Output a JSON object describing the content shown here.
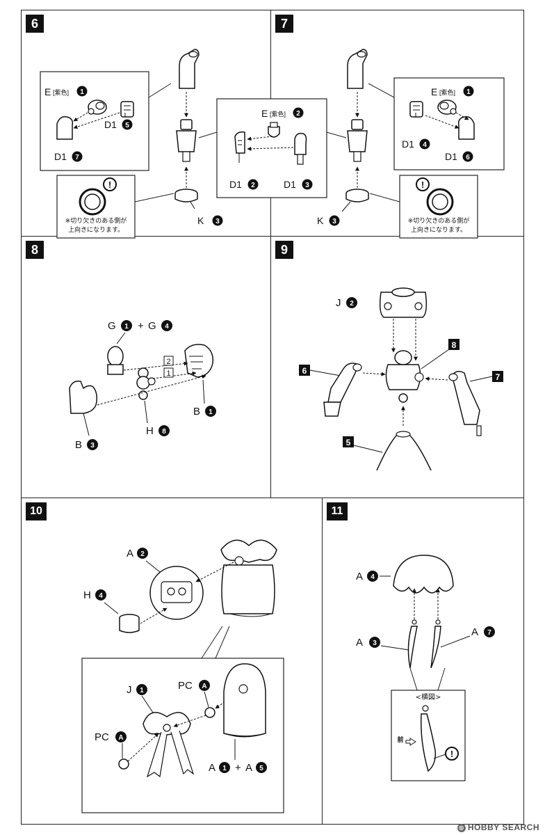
{
  "steps": {
    "s6": {
      "num": "6"
    },
    "s7": {
      "num": "7"
    },
    "s8": {
      "num": "8"
    },
    "s9": {
      "num": "9"
    },
    "s10": {
      "num": "10"
    },
    "s11": {
      "num": "11"
    }
  },
  "labels": {
    "e_purple_1": "E",
    "purple": "[紫色]",
    "e_purple_2": "E",
    "d1_7": "D1",
    "d1_5": "D1",
    "d1_2": "D1",
    "d1_3": "D1",
    "d1_4": "D1",
    "d1_6": "D1",
    "k": "K",
    "g1": "G",
    "plus": "+",
    "g4": "G",
    "b1": "B",
    "b3": "B",
    "h8": "H",
    "j2": "J",
    "a2": "A",
    "h4": "H",
    "j1": "J",
    "pc": "PC",
    "a1": "A",
    "a5": "A",
    "a4": "A",
    "a3": "A",
    "a7": "A",
    "sub1": "1",
    "sub2": "2",
    "sub3": "3",
    "sub4": "4",
    "sub5": "5",
    "sub6": "6",
    "sub7": "7",
    "sub8": "8",
    "subA": "A"
  },
  "notes": {
    "notch_line1": "※切り欠きのある側が",
    "notch_line2": "上向きになります。",
    "side_view": "<横図>",
    "front": "前"
  },
  "watermark": {
    "text": "HOBBY SEARCH"
  }
}
